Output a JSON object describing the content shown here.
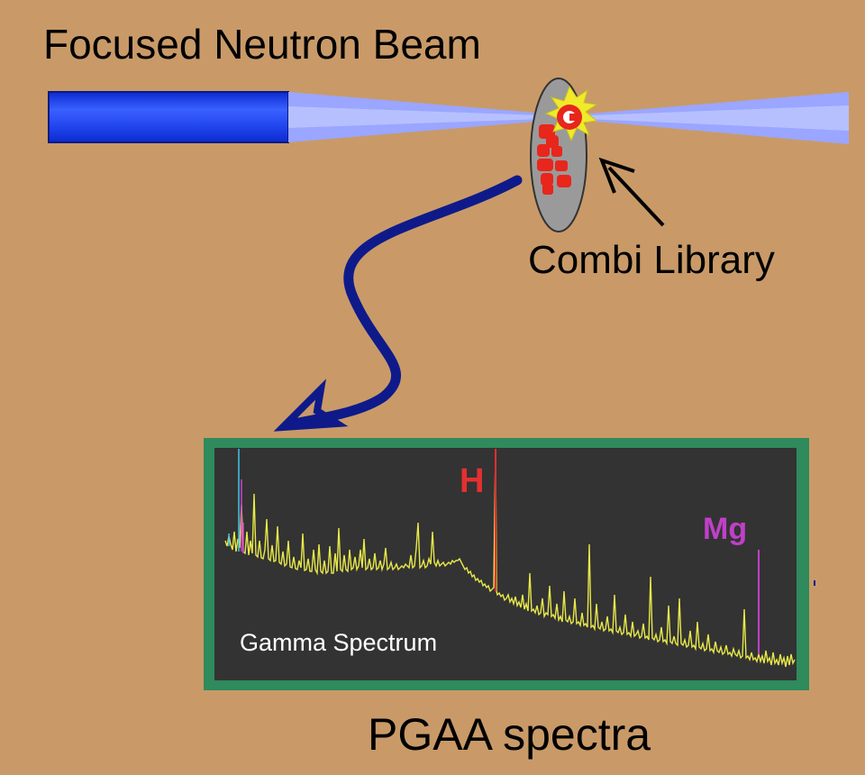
{
  "title": "Focused Neutron Beam",
  "library_label": "Combi Library",
  "spectrum": {
    "inner_label": "Gamma Spectrum",
    "peak_h": "H",
    "peak_mg": "Mg"
  },
  "bottom_label": "PGAA spectra",
  "colors": {
    "background": "#c99a68",
    "beam_dark": "#1f3fe0",
    "beam_light": "#9aa6ff",
    "arrow": "#0f1a8a",
    "frame": "#2f8a5c",
    "screen": "#333333",
    "trace": "#e8e84a",
    "h_peak": "#e53030",
    "mg_peak": "#c040c8"
  }
}
